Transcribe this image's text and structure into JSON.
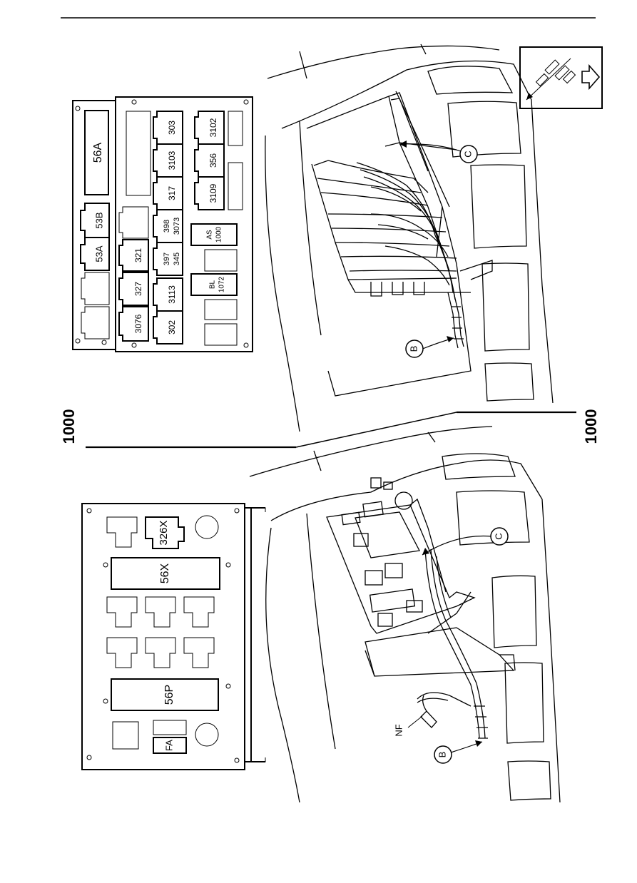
{
  "diagram": {
    "section_label_top": "1000",
    "section_label_bottom": "1000",
    "top_panel": {
      "relays": [
        "56A",
        "53B",
        "53A"
      ],
      "fuses": [
        "303",
        "3103",
        "317",
        "398",
        "3073",
        "397",
        "345",
        "3113",
        "302",
        "321",
        "327",
        "3076",
        "3102",
        "356",
        "3109"
      ],
      "modules": [
        {
          "line1": "AS",
          "line2": "1000"
        },
        {
          "line1": "BL",
          "line2": "1072"
        }
      ]
    },
    "bottom_panel": {
      "relays": [
        "326X",
        "56X",
        "56P",
        "FA"
      ]
    },
    "callouts": {
      "top_c": "C",
      "top_b": "B",
      "bottom_c": "C",
      "bottom_b": "B",
      "nf": "NF"
    },
    "orientation_icon": "arrow-direction-icon"
  }
}
